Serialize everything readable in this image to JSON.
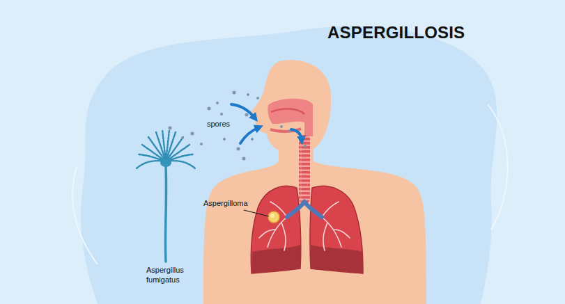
{
  "diagram": {
    "title": "ASPERGILLOSIS",
    "labels": [
      "spores",
      "Aspergilloma",
      "Aspergillus fumigatus"
    ]
  }
}
